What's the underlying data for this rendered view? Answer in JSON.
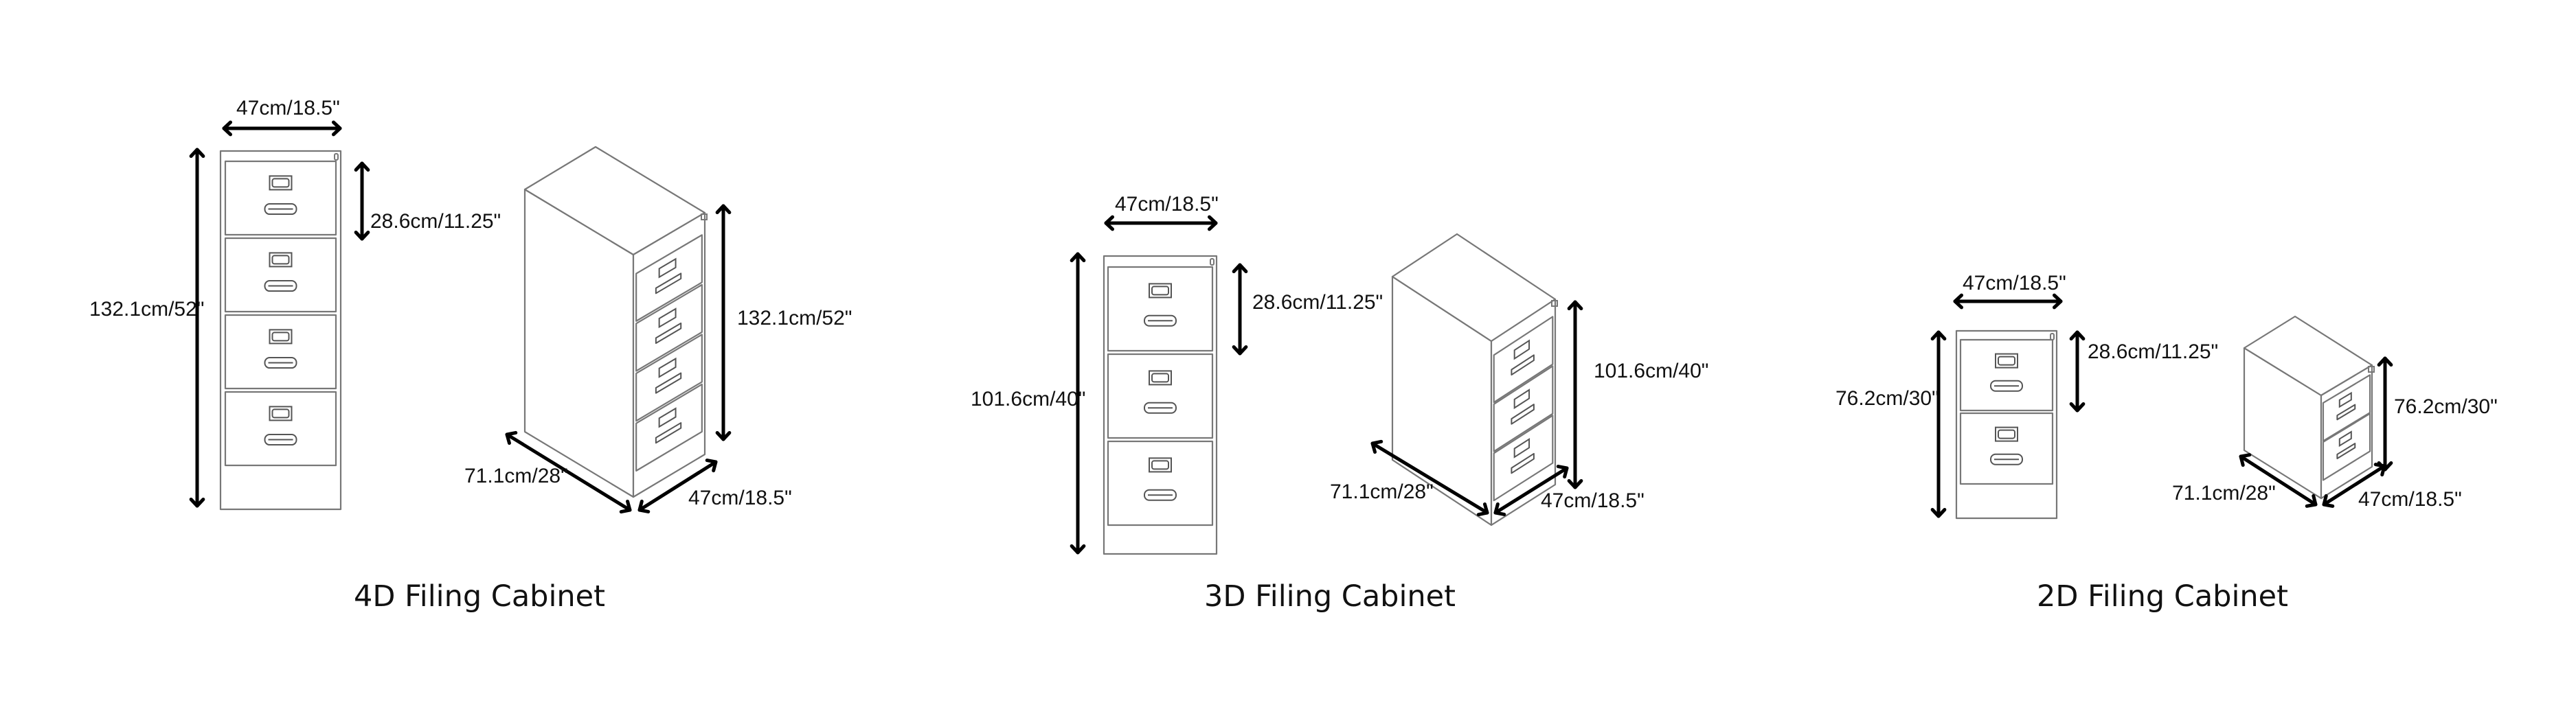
{
  "diagram": {
    "colors": {
      "background": "#ffffff",
      "line": "#777777",
      "arrow": "#000000",
      "text": "#111111"
    },
    "cabinets": [
      {
        "id": "4d",
        "title": "4D Filing Cabinet",
        "drawer_count": 4,
        "dimensions": {
          "width": "47cm/18.5\"",
          "drawer_height": "28.6cm/11.25\"",
          "height": "132.1cm/52\"",
          "depth": "71.1cm/28\""
        }
      },
      {
        "id": "3d",
        "title": "3D Filing Cabinet",
        "drawer_count": 3,
        "dimensions": {
          "width": "47cm/18.5\"",
          "drawer_height": "28.6cm/11.25\"",
          "height": "101.6cm/40\"",
          "depth": "71.1cm/28\""
        }
      },
      {
        "id": "2d",
        "title": "2D Filing Cabinet",
        "drawer_count": 2,
        "dimensions": {
          "width": "47cm/18.5\"",
          "drawer_height": "28.6cm/11.25\"",
          "height": "76.2cm/30\"",
          "depth": "71.1cm/28\""
        }
      }
    ]
  }
}
